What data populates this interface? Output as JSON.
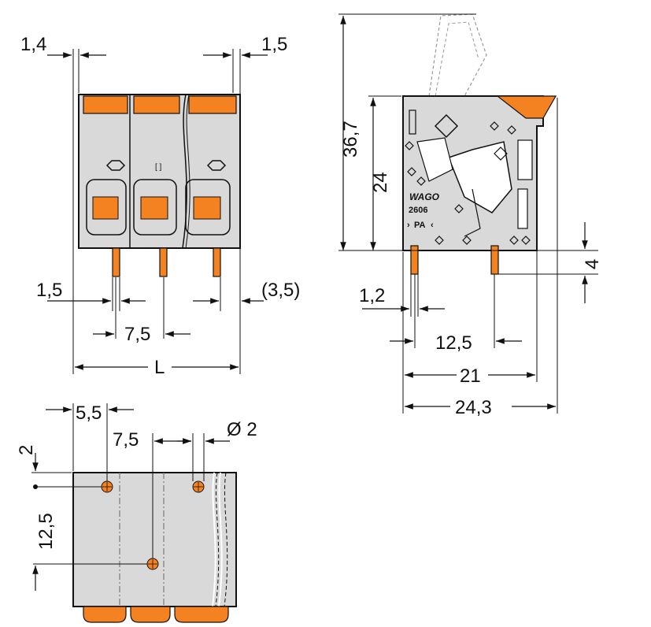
{
  "front_view": {
    "dim_left_wall": "1,4",
    "dim_right_wall": "1,5",
    "dim_pin_offset": "1,5",
    "dim_pin_right": "(3,5)",
    "dim_pitch": "7,5",
    "dim_length": "L"
  },
  "side_view": {
    "dim_total_height": "36,7",
    "dim_body_height": "24",
    "dim_pin_length": "4",
    "dim_pin_width": "1,2",
    "dim_pin_spacing": "12,5",
    "dim_body_depth": "21",
    "dim_total_depth": "24,3",
    "brand": "WAGO",
    "part_number": "2606",
    "material": "PA"
  },
  "pcb_layout": {
    "dim_edge_offset": "5,5",
    "dim_pitch": "7,5",
    "dim_hole_diameter": "Ø 2",
    "dim_top_offset": "2",
    "dim_row_spacing": "12,5"
  },
  "colors": {
    "orange": "#F58220",
    "body_grey": "#D9D9D9",
    "outline": "#111111"
  }
}
